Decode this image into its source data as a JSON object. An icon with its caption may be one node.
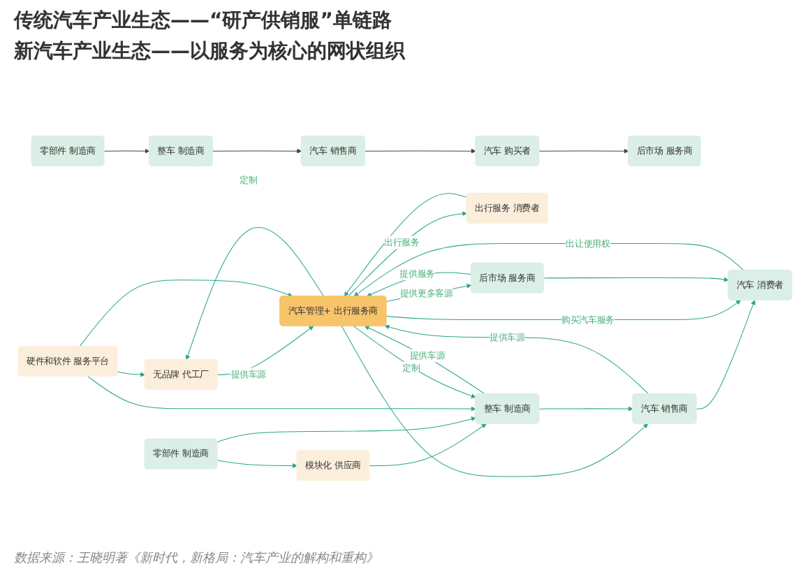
{
  "diagram": {
    "title": "传统汽车产业生态——“研产供销服”单链路",
    "nodes": [
      {
        "text": [
          "零部件 制造商"
        ]
      },
      {
        "text": [
          "整车 制造商"
        ]
      },
      {
        "text": [
          "汽车 销售商"
        ]
      },
      {
        "text": [
          "汽车 购买者"
        ]
      },
      {
        "text": [
          "后市场 服务商"
        ]
      },
      {
        "text": [
          "无品牌 代工厂"
        ]
      },
      {
        "text": [
          "出行服务 消费者"
        ]
      },
      {
        "text": [
          "模块化 供应商"
        ]
      },
      {
        "text": [
          "硬件和软件 服务平台"
        ]
      },
      {
        "text": [
          "汽车管理+ 出行服务商"
        ]
      },
      {
        "text": [
          "后市场 服务商"
        ]
      },
      {
        "text": [
          "零部件 制造商"
        ]
      },
      {
        "text": [
          "整车 制造商"
        ]
      },
      {
        "text": [
          "汽车 销售商"
        ]
      },
      {
        "text": [
          "汽车 消费者"
        ]
      }
    ],
    "edges": [
      {
        "from": 0,
        "to": 1,
        "arrow": "to",
        "color": "#444444"
      },
      {
        "from": 1,
        "to": 2,
        "arrow": "to",
        "color": "#444444"
      },
      {
        "from": 2,
        "to": 3,
        "arrow": "to",
        "color": "#444444"
      },
      {
        "from": 3,
        "to": 4,
        "arrow": "to",
        "color": "#444444"
      },
      {
        "from": 5,
        "to": 9,
        "arrow": "to",
        "label": "提供车源"
      },
      {
        "from": 9,
        "to": 5,
        "arrow": "to",
        "label": "定制"
      },
      {
        "from": 8,
        "to": 5,
        "arrow": "to"
      },
      {
        "from": 8,
        "to": 9,
        "arrow": "to"
      },
      {
        "from": 9,
        "to": 6,
        "arrow": "to",
        "label": "出行服务"
      },
      {
        "from": 6,
        "to": 9,
        "arrow": "to"
      },
      {
        "from": 10,
        "to": 9,
        "arrow": "to",
        "label": "提供服务"
      },
      {
        "from": 9,
        "to": 10,
        "arrow": "to",
        "label": "提供更多客源"
      },
      {
        "from": 7,
        "to": 12,
        "arrow": "to"
      },
      {
        "from": 11,
        "to": 7,
        "arrow": "to"
      },
      {
        "from": 11,
        "to": 12,
        "arrow": "to"
      },
      {
        "from": 8,
        "to": 12,
        "arrow": "to"
      },
      {
        "from": 12,
        "to": 9,
        "arrow": "to",
        "label": "提供车源"
      },
      {
        "from": 9,
        "to": 12,
        "arrow": "to",
        "label": "定制"
      },
      {
        "from": 13,
        "to": 9,
        "arrow": "to",
        "label": "提供车源"
      },
      {
        "from": 9,
        "to": 13,
        "arrow": "to"
      },
      {
        "from": 12,
        "to": 13,
        "arrow": "to"
      },
      {
        "from": 13,
        "to": 14,
        "arrow": "to"
      },
      {
        "from": 9,
        "to": 14,
        "arrow": "to",
        "label": "购买汽车服务"
      },
      {
        "from": 14,
        "to": 9,
        "arrow": "to",
        "label": "出让使用权"
      },
      {
        "from": 10,
        "to": 14,
        "arrow": "to"
      }
    ],
    "labels": [
      "新汽车产业生态——以服务为核心的网状组织"
    ],
    "caption": "数据来源：王晓明著《新时代，新格局：汽车产业的解构和重构》"
  }
}
